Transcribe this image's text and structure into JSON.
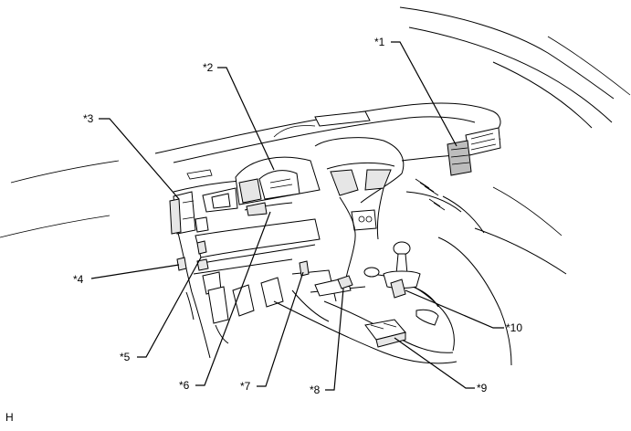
{
  "callouts": {
    "c1": "*1",
    "c2": "*2",
    "c3": "*3",
    "c4": "*4",
    "c5": "*5",
    "c6": "*6",
    "c7": "*7",
    "c8": "*8",
    "c9": "*9",
    "c10": "*10"
  },
  "figure_code": "H"
}
